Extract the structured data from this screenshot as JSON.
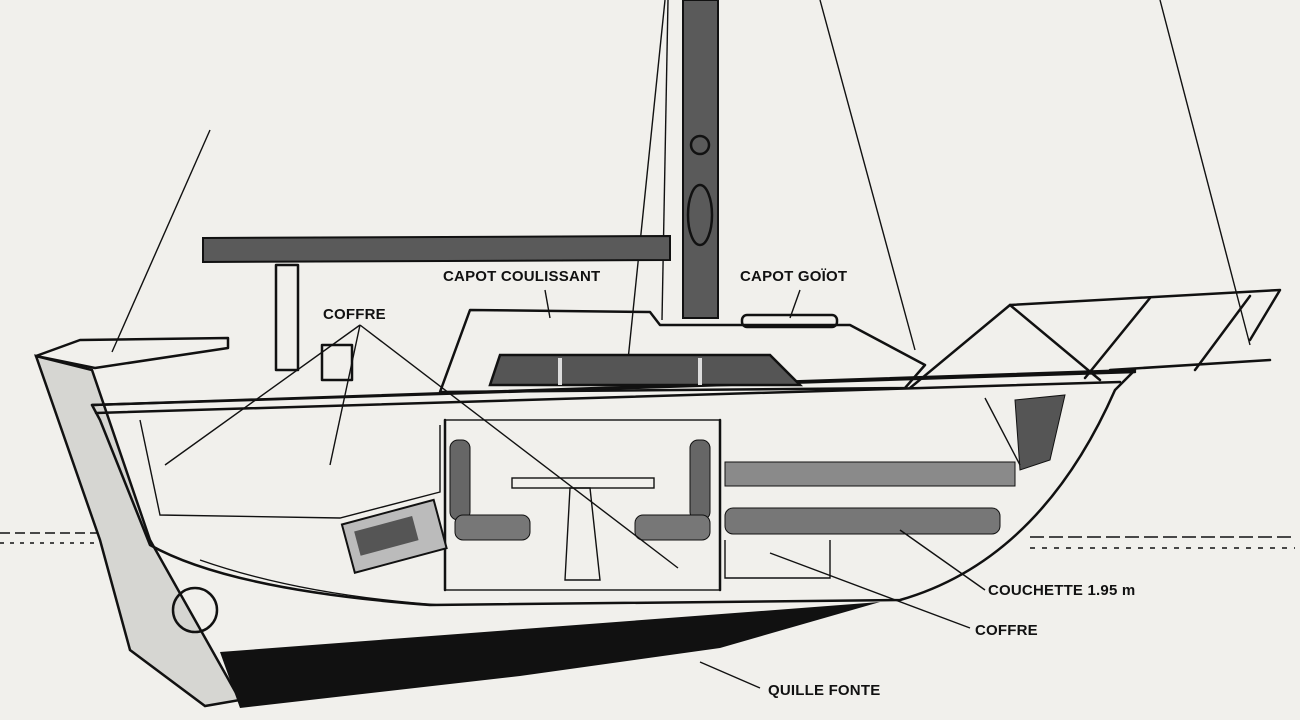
{
  "labels": {
    "capot_coulissant": "CAPOT COULISSANT",
    "capot_goiot": "CAPOT GOÏOT",
    "coffre_top": "COFFRE",
    "couchette": "COUCHETTE 1.95 m",
    "coffre_bottom": "COFFRE",
    "quille": "QUILLE FONTE"
  },
  "colors": {
    "paper": "#f1f0ec",
    "ink": "#111111",
    "mast": "#555555"
  }
}
